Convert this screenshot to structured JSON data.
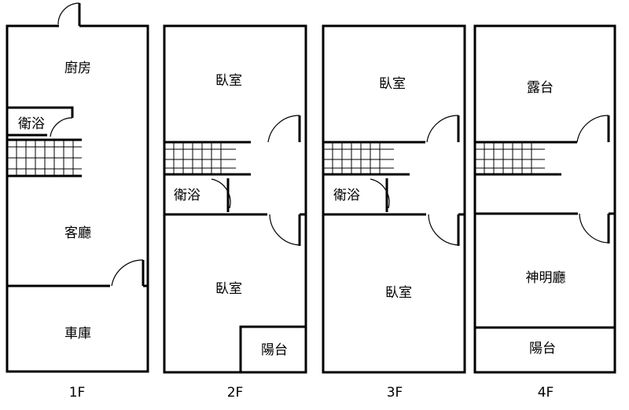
{
  "floors": [
    {
      "id": "1F",
      "rooms": {
        "kitchen": "廚房",
        "bath": "衛浴",
        "living": "客廳",
        "garage": "車庫"
      }
    },
    {
      "id": "2F",
      "rooms": {
        "bedroom_top": "臥室",
        "bath": "衛浴",
        "bedroom_bottom": "臥室",
        "balcony": "陽台"
      }
    },
    {
      "id": "3F",
      "rooms": {
        "bedroom_top": "臥室",
        "bath": "衛浴",
        "bedroom_bottom": "臥室"
      }
    },
    {
      "id": "4F",
      "rooms": {
        "terrace": "露台",
        "shrine": "神明廳",
        "balcony": "陽台"
      }
    }
  ]
}
